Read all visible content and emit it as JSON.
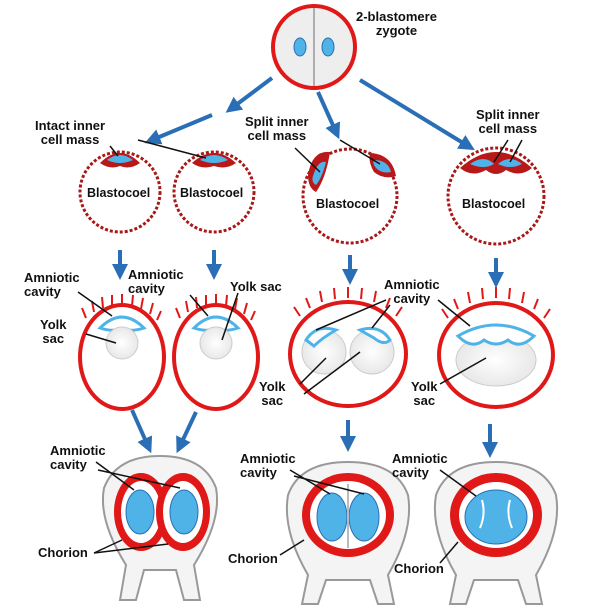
{
  "zygote": {
    "label_line1": "2-blastomere",
    "label_line2": "zygote"
  },
  "blastocysts": {
    "intact_label_line1": "Intact inner",
    "intact_label_line2": "cell mass",
    "split_label_line1": "Split inner",
    "split_label_line2": "cell mass",
    "cavity_label": "Blastocoel"
  },
  "implantation": {
    "amniotic_line1": "Amniotic",
    "amniotic_line2": "cavity",
    "yolk_line1": "Yolk",
    "yolk_line2": "sac",
    "yolk_inline": "Yolk sac"
  },
  "fetuses": {
    "amniotic_line1": "Amniotic",
    "amniotic_line2": "cavity",
    "chorion": "Chorion"
  },
  "colors": {
    "membrane_red": "#e01818",
    "cell_blue": "#4fb3e8",
    "arrow_blue": "#2a6fb5",
    "dark_red": "#8a1010"
  }
}
